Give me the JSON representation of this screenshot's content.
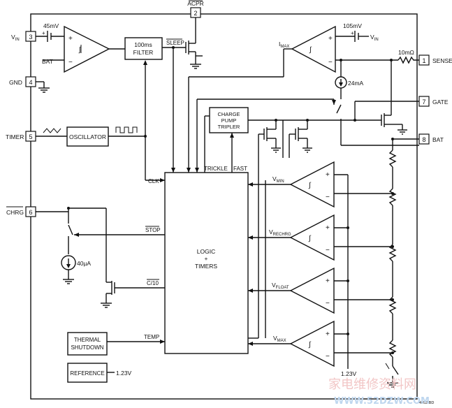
{
  "pins": {
    "acpr": {
      "num": "2",
      "label": "ACPR"
    },
    "vin": {
      "num": "3",
      "label": "V",
      "sub": "IN"
    },
    "gnd": {
      "num": "4",
      "label": "GND"
    },
    "timer": {
      "num": "5",
      "label": "TIMER"
    },
    "chrg": {
      "num": "6",
      "label": "CHRG"
    },
    "sense": {
      "num": "1",
      "label": "SENSE"
    },
    "gate": {
      "num": "7",
      "label": "GATE"
    },
    "bat": {
      "num": "8",
      "label": "BAT"
    }
  },
  "blocks": {
    "filter": [
      "100ms",
      "FILTER"
    ],
    "oscillator": "OSCILLATOR",
    "charge_pump": [
      "CHARGE",
      "PUMP",
      "TRIPLER"
    ],
    "logic": [
      "LOGIC",
      "+",
      "TIMERS"
    ],
    "thermal": [
      "THERMAL",
      "SHUTDOWN"
    ],
    "reference": "REFERENCE",
    "reference_value": "1.23V"
  },
  "labels": {
    "mv45": "45mV",
    "bat_in": "BAT",
    "sleep": "SLEEP",
    "imax": "I",
    "imax_sub": "MAX",
    "mv105": "105mV",
    "vin_right": "V",
    "vin_right_sub": "IN",
    "r10m": "10mΩ",
    "ma24": "24mA",
    "trickle": "TRICKLE",
    "fast": "FAST",
    "clk": "CLK",
    "stop": "STOP",
    "c10": "C/10",
    "temp": "TEMP",
    "ua40": "40µA",
    "vmin": "V",
    "vmin_sub": "MIN",
    "vrechrg": "V",
    "vrechrg_sub": "RECHRG",
    "vfloat": "V",
    "vfloat_sub": "FLOAT",
    "vmax": "V",
    "vmax_sub": "MAX",
    "v123_bottom": "1.23V",
    "code": "4052 BD"
  },
  "watermark": {
    "cn": "家电维修资料网",
    "url": "WWW.52DZW.COM"
  }
}
